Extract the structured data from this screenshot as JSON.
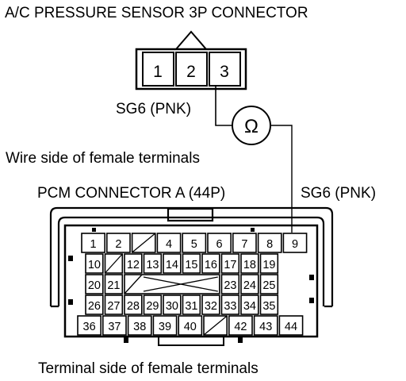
{
  "labels": {
    "sensor_title": "A/C PRESSURE SENSOR 3P CONNECTOR",
    "sensor_wire": "SG6 (PNK)",
    "meter_symbol": "Ω",
    "wire_side_caption": "Wire side of female terminals",
    "pcm_title": "PCM CONNECTOR A (44P)",
    "pcm_wire": "SG6 (PNK)",
    "terminal_side_caption": "Terminal side of female terminals"
  },
  "sensor_pins": [
    "1",
    "2",
    "3"
  ],
  "pcm_rows": [
    [
      "1",
      "2",
      "",
      "4",
      "5",
      "6",
      "7",
      "8",
      "9"
    ],
    [
      "10",
      "",
      "12",
      "13",
      "14",
      "15",
      "16",
      "17",
      "18",
      "19"
    ],
    [
      "20",
      "21",
      "",
      "",
      "",
      "",
      "",
      "23",
      "24",
      "25"
    ],
    [
      "26",
      "27",
      "28",
      "29",
      "30",
      "31",
      "32",
      "33",
      "34",
      "35"
    ],
    [
      "36",
      "37",
      "38",
      "39",
      "40",
      "",
      "42",
      "43",
      "44"
    ]
  ],
  "colors": {
    "line": "#000000",
    "background": "#ffffff"
  }
}
